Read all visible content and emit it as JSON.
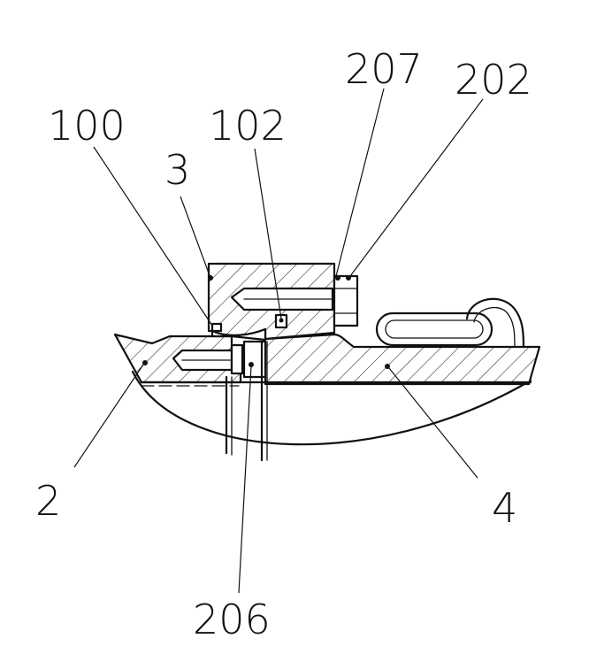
{
  "labels": {
    "l100": "100",
    "l102": "102",
    "l3": "3",
    "l207": "207",
    "l202": "202",
    "l2": "2",
    "l206": "206",
    "l4": "4"
  }
}
